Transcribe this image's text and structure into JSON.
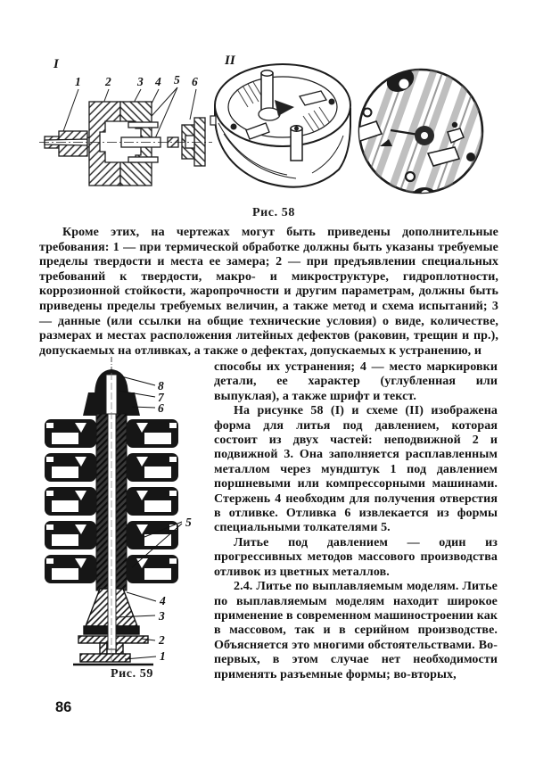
{
  "page_number": "86",
  "figure58": {
    "caption": "Рис. 58",
    "part1_label": "I",
    "part2_label": "II",
    "callouts": [
      "1",
      "2",
      "3",
      "4",
      "5",
      "6"
    ]
  },
  "figure59": {
    "caption": "Рис. 59",
    "callouts_top": [
      "8",
      "7",
      "6"
    ],
    "callout_mid": "5",
    "callouts_bottom": [
      "4",
      "3",
      "2",
      "1"
    ]
  },
  "body": {
    "para1_main": "Кроме этих, на чертежах могут быть приведены дополнительные требования: 1 — при термической обработке должны быть указаны требуемые пределы твердости и места ее замера; 2 — при предъявлении специальных требований к твердости, макро- и микроструктуре, гидроплотности, коррозионной стойкости, жаропрочности и другим параметрам, должны быть приведены пределы требуемых величин, а также метод и схема испытаний; 3 — данные (или ссылки на общие технические условия) о виде, количестве, размерах и местах расположения литейных дефектов (раковин, трещин и пр.), допускаемых на отливках, а также о дефектах, допускаемых к устранению, и",
    "para1_wrap": "способы их устранения; 4 — место маркировки детали, ее характер (углубленная или выпуклая), а также шрифт и текст.",
    "para2": "На рисунке 58 (I) и схеме (II) изображена форма для литья под давлением, которая состоит из двух частей: неподвижной 2 и подвижной 3. Она заполняется расплавленным металлом через мундштук 1 под давлением поршневыми или компрессорными машинами. Стержень 4 необходим для получения отверстия в отливке. Отливка 6 извлекается из формы специальными толкателями 5.",
    "para3": "Литье под давлением — один из прогрессивных методов массового производства отливок из цветных металлов.",
    "para4_heading": "2.4. Литье по выплавляемым моделям. ",
    "para4_text": "Литье по выплавляемым моделям находит широкое применение в современном машиностроении как в массовом, так и в серийном производстве. Объясняется это многими обстоятельствами. Во-первых, в этом случае нет необходимости применять разъемные формы; во-вторых,"
  }
}
